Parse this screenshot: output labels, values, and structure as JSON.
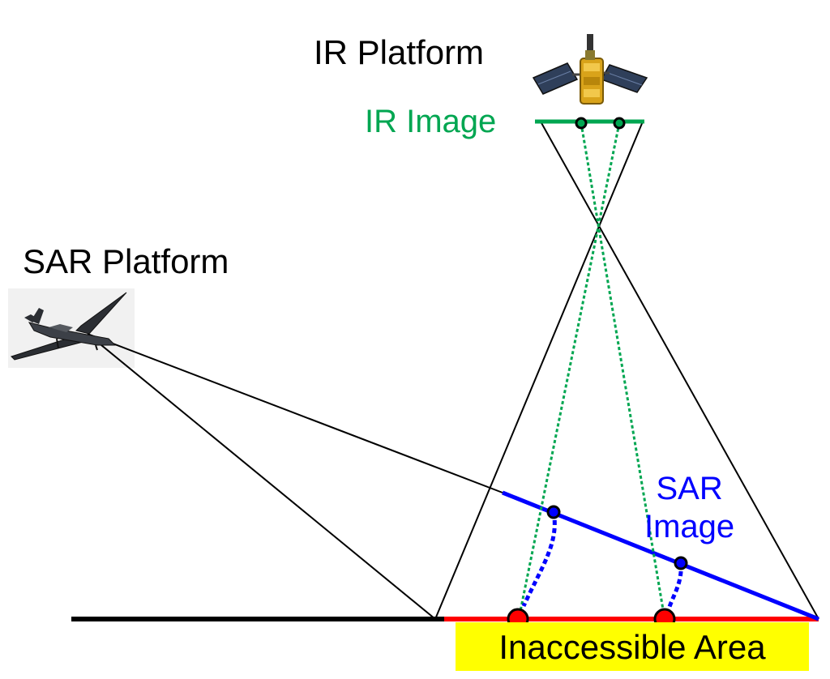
{
  "labels": {
    "ir_platform": "IR  Platform",
    "sar_platform": "SAR  Platform",
    "ir_image": "IR Image",
    "sar_image_line1": "SAR",
    "sar_image_line2": "Image",
    "inaccessible_area": "Inaccessible Area"
  },
  "icons": {
    "ir_platform": "satellite-icon",
    "sar_platform": "uav-aircraft-icon"
  },
  "colors": {
    "ir": "#00a651",
    "sar": "#0000ff",
    "ground": "#000000",
    "inaccessible_line": "#ff0000",
    "inaccessible_fill": "#ffff00",
    "target_point": "#ff0000"
  }
}
